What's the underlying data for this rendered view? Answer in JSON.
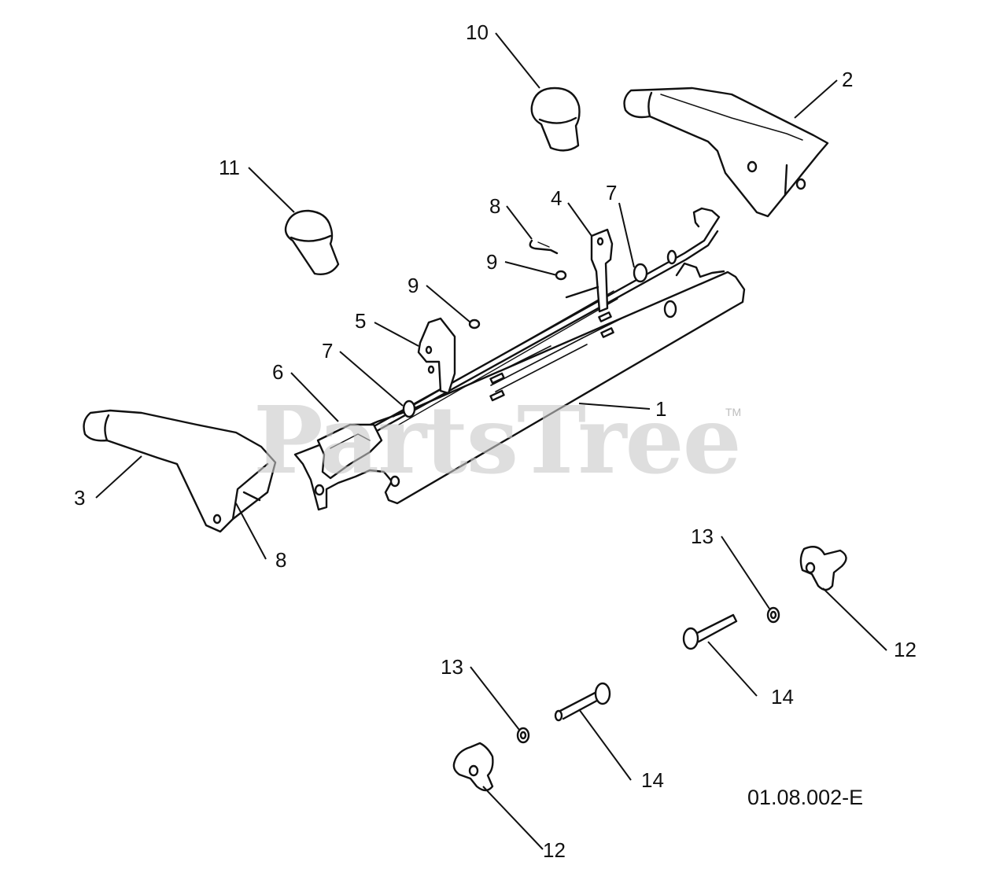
{
  "watermark": {
    "text": "PartsTree",
    "tm": "TM"
  },
  "reference_code": "01.08.002-E",
  "callouts": [
    {
      "id": "c1",
      "label": "1"
    },
    {
      "id": "c2",
      "label": "2"
    },
    {
      "id": "c3",
      "label": "3"
    },
    {
      "id": "c4",
      "label": "4"
    },
    {
      "id": "c5",
      "label": "5"
    },
    {
      "id": "c6",
      "label": "6"
    },
    {
      "id": "c7a",
      "label": "7"
    },
    {
      "id": "c7b",
      "label": "7"
    },
    {
      "id": "c8a",
      "label": "8"
    },
    {
      "id": "c8b",
      "label": "8"
    },
    {
      "id": "c9a",
      "label": "9"
    },
    {
      "id": "c9b",
      "label": "9"
    },
    {
      "id": "c10",
      "label": "10"
    },
    {
      "id": "c11",
      "label": "11"
    },
    {
      "id": "c12a",
      "label": "12"
    },
    {
      "id": "c12b",
      "label": "12"
    },
    {
      "id": "c13a",
      "label": "13"
    },
    {
      "id": "c13b",
      "label": "13"
    },
    {
      "id": "c14a",
      "label": "14"
    },
    {
      "id": "c14b",
      "label": "14"
    }
  ]
}
